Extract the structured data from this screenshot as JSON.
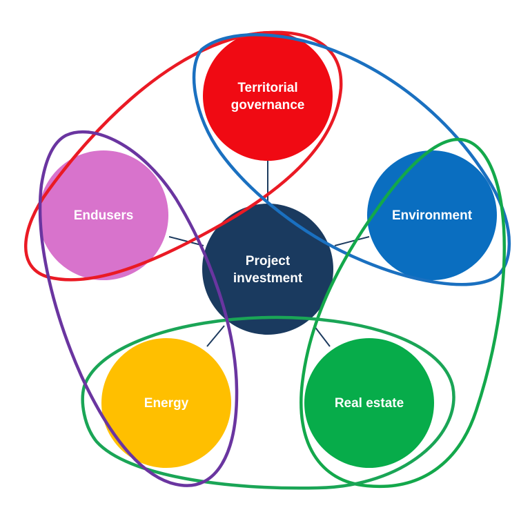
{
  "center": {
    "lines": [
      "Project",
      "investment"
    ],
    "color": "#1a3a5f"
  },
  "nodes": [
    {
      "key": "territorial",
      "lines": [
        "Territorial",
        "governance"
      ],
      "color": "#f00a13"
    },
    {
      "key": "environment",
      "lines": [
        "Environment"
      ],
      "color": "#0a6ec0"
    },
    {
      "key": "real-estate",
      "lines": [
        "Real estate"
      ],
      "color": "#07ac4a"
    },
    {
      "key": "energy",
      "lines": [
        "Energy"
      ],
      "color": "#ffbf00"
    },
    {
      "key": "endusers",
      "lines": [
        "Endusers"
      ],
      "color": "#d873cc"
    }
  ],
  "loop_colors": {
    "red": "#ea1a24",
    "blue": "#1a70c0",
    "green": "#13a84b",
    "green_bottom": "#1aa556",
    "purple": "#6a35a0"
  }
}
